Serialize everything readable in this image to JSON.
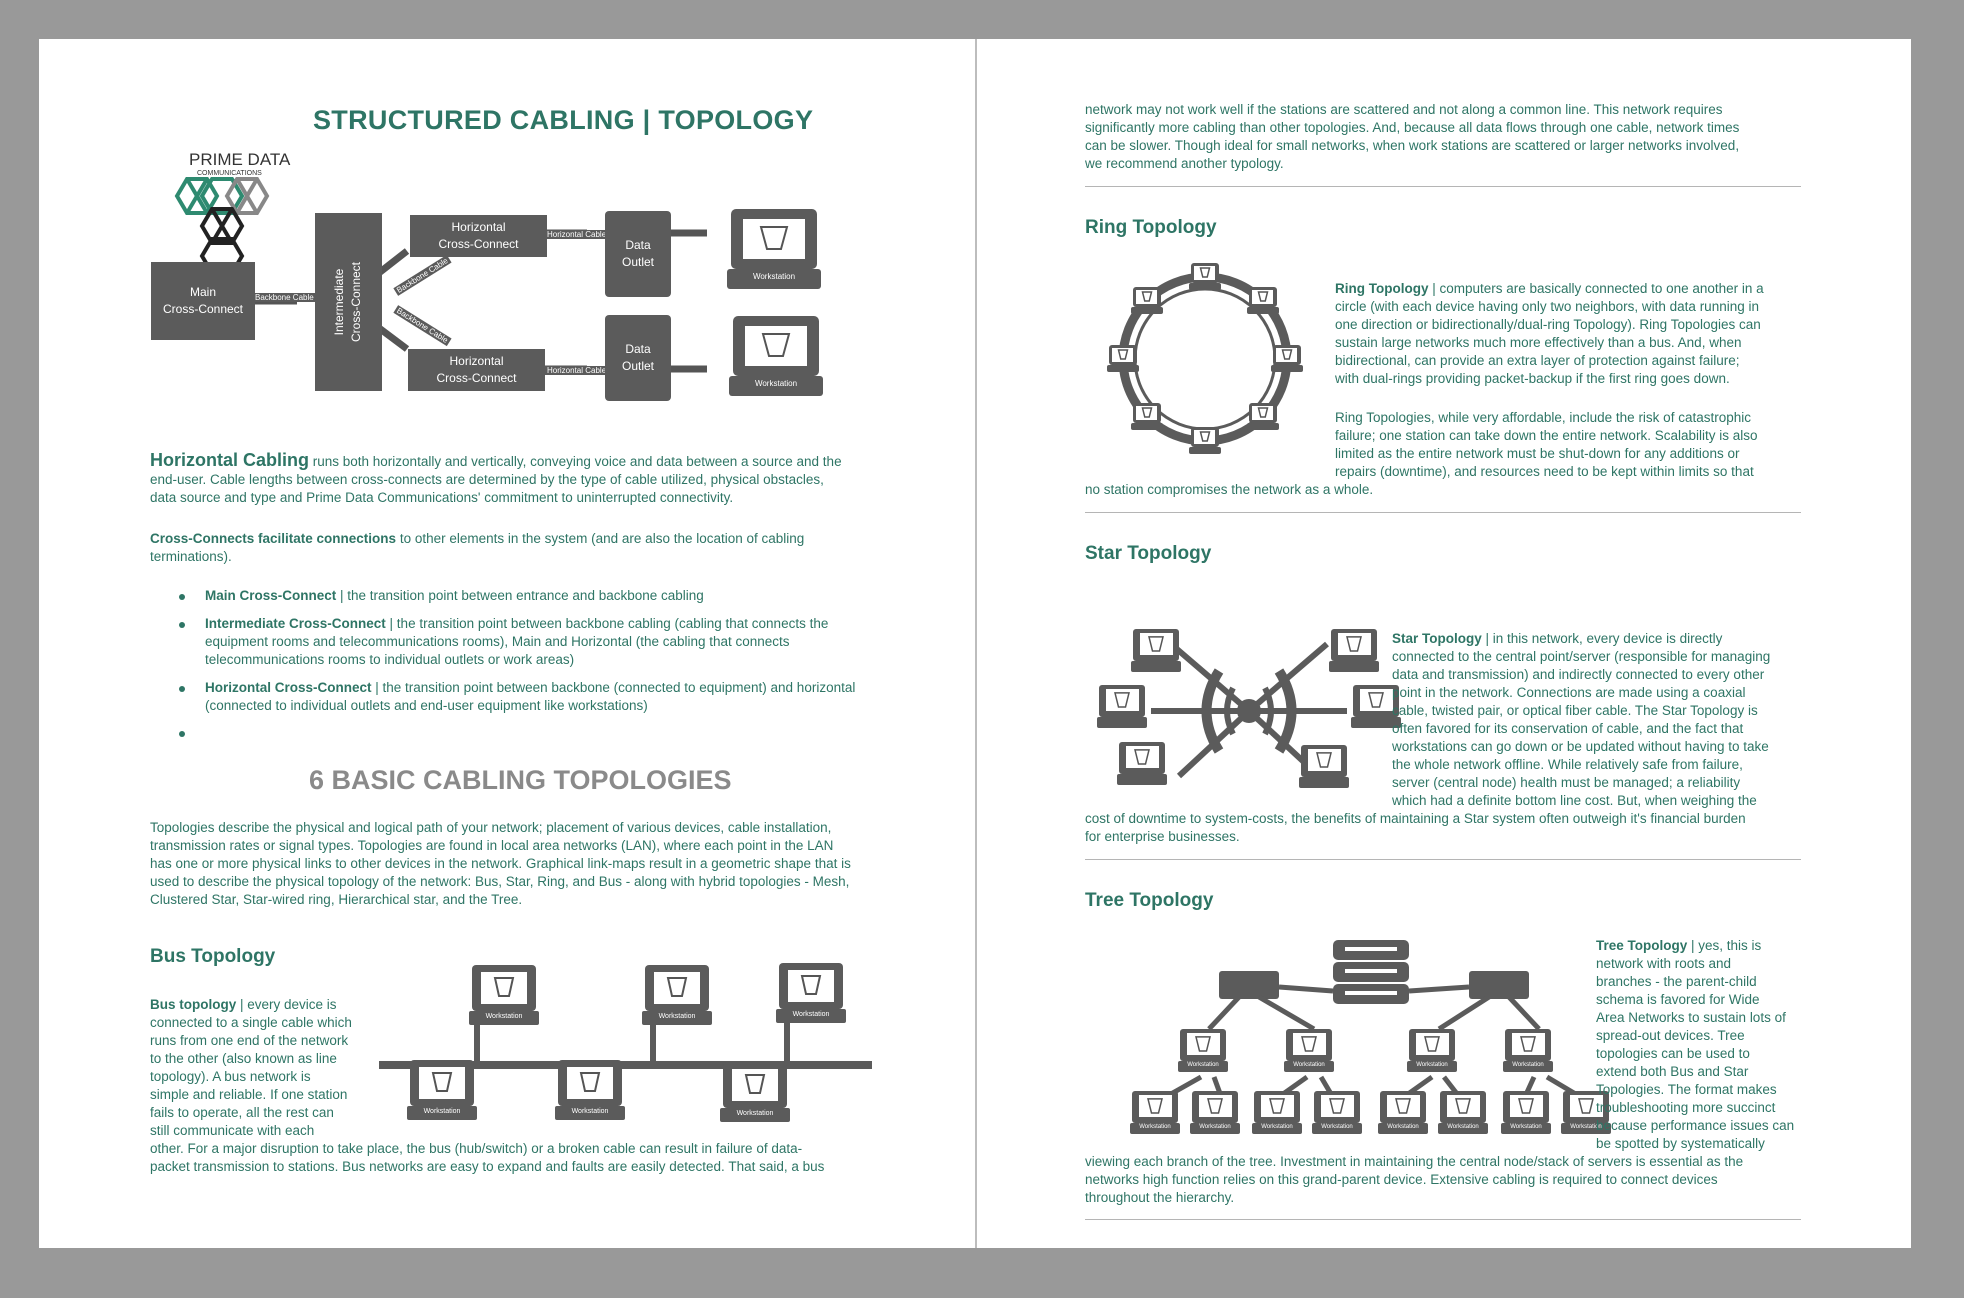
{
  "left": {
    "logo": {
      "name": "PRIME DATA",
      "sub": "COMMUNICATIONS"
    },
    "title": "STRUCTURED CABLING | TOPOLOGY",
    "diagram": {
      "main": [
        "Main",
        "Cross-Connect"
      ],
      "backbone1": "Backbone Cable",
      "intermediate": [
        "Intermediate",
        "Cross-Connect"
      ],
      "backbone2": "Backbone Cable",
      "backbone3": "Backbone Cable",
      "horiz_top": [
        "Horizontal",
        "Cross-Connect"
      ],
      "horiz_bottom": [
        "Horizontal",
        "Cross-Connect"
      ],
      "hcable_top": "Horizontal Cable",
      "hcable_bottom": "Horizontal Cable",
      "outlet_top": [
        "Data",
        "Outlet"
      ],
      "outlet_bottom": [
        "Data",
        "Outlet"
      ],
      "ws_top": "Workstation",
      "ws_bottom": "Workstation"
    },
    "hc_head": "Horizontal Cabling",
    "hc_text1": " runs both horizontally and vertically, conveying voice and data between a source and the",
    "hc_text2": "end-user. Cable lengths between cross-connects are determined by the type of cable utilized, physical obstacles,",
    "hc_text3": "data source and type and Prime Data Communications' commitment to uninterrupted connectivity.",
    "cc_bold": "Cross-Connects facilitate connections",
    "cc_text1": " to other elements in the system (and are also the location of cabling",
    "cc_text2": "terminations).",
    "bullets": [
      {
        "bold": "Main Cross-Connect",
        "l1": " | the transition point between entrance and backbone cabling",
        "l2": "",
        "l3": ""
      },
      {
        "bold": "Intermediate Cross-Connect",
        "l1": " | the transition point between backbone cabling (cabling that connects the",
        "l2": "equipment rooms and telecommunications rooms), Main and Horizontal (the cabling that connects",
        "l3": "telecommunications rooms to individual outlets or work areas)"
      },
      {
        "bold": "Horizontal Cross-Connect",
        "l1": " | the transition point between backbone (connected to equipment) and horizontal",
        "l2": "(connected to individual outlets and end-user equipment like workstations)",
        "l3": ""
      }
    ],
    "title2": "6 BASIC CABLING TOPOLOGIES",
    "topo_lines": [
      "Topologies describe the physical and logical path of your network; placement of various devices, cable installation,",
      "transmission rates or signal types. Topologies are found in local area networks (LAN), where each point in the LAN",
      "has one or more physical links to other devices in the network. Graphical link-maps result in a geometric shape that is",
      "used to describe the physical topology of the network: Bus, Star, Ring, and Bus - along with hybrid topologies - Mesh,",
      "Clustered Star, Star-wired ring, Hierarchical star, and the Tree."
    ],
    "bus_head": "Bus Topology",
    "bus_bold": "Bus topology",
    "bus_lines": [
      " | every device is",
      "connected to a single cable which",
      "runs from one end of the network",
      "to the other (also known as line",
      "topology). A bus network is",
      "simple and reliable. If one station",
      "fails to operate, all the rest can",
      "still communicate with each"
    ],
    "bus_full1": "other. For a major disruption to take place, the bus (hub/switch) or a broken cable can result in failure of data-",
    "bus_full2": "packet transmission to stations. Bus networks are easy to expand and faults are easily detected. That said, a bus",
    "ws_label": "Workstation"
  },
  "right": {
    "intro_lines": [
      "network may not work well if the stations are scattered and not along a common line. This network requires",
      "significantly more cabling than other topologies. And, because all data flows through one cable, network times",
      "can be slower. Though ideal for small networks, when work stations are scattered or larger networks involved,",
      "we recommend another typology."
    ],
    "ring_head": "Ring Topology",
    "ring_bold": "Ring Topology",
    "ring_lines1": [
      " | computers are basically connected to one another in a",
      "circle (with each device having only two neighbors, with data running in",
      "one direction or bidirectionally/dual-ring Topology). Ring Topologies can",
      "sustain large networks much more effectively than a bus. And, when",
      "bidirectional, can provide an extra layer of protection against failure;",
      "with dual-rings providing packet-backup if the first ring goes down."
    ],
    "ring_lines2": [
      "Ring Topologies, while very affordable, include the risk of catastrophic",
      "failure; one station can take down the entire network. Scalability is also",
      "limited as the entire network must be shut-down for any additions or",
      "repairs (downtime), and resources need to be kept within limits so that"
    ],
    "ring_full": "no station compromises the network as a whole.",
    "star_head": "Star Topology",
    "star_bold": "Star Topology",
    "star_lines": [
      " | in this network, every device is directly",
      "connected to the central point/server (responsible for managing",
      "data and transmission) and indirectly connected to every other",
      "point in the network. Connections are made using a coaxial",
      "cable, twisted pair, or optical fiber cable. The Star Topology is",
      "often favored for its conservation of cable, and the fact that",
      "workstations can go down or be updated without having to take",
      "the whole network offline. While relatively safe from failure,",
      "server (central node) health must be managed; a reliability",
      "which had a definite bottom line cost. But, when weighing the"
    ],
    "star_full1": "cost of downtime to system-costs, the benefits of maintaining a Star system often outweigh it's financial burden",
    "star_full2": "for enterprise businesses.",
    "tree_head": "Tree Topology",
    "tree_bold": "Tree Topology",
    "tree_lines": [
      " | yes, this is",
      "network with roots and",
      "branches - the parent-child",
      "schema is favored for Wide",
      "Area Networks to sustain lots of",
      "spread-out devices. Tree",
      "topologies can be used to",
      "extend both Bus and Star",
      "Topologies. The format makes",
      "troubleshooting more succinct",
      "because performance issues can",
      "be spotted by systematically"
    ],
    "tree_full1": "viewing each branch of the tree. Investment in maintaining the central node/stack of servers is essential as the",
    "tree_full2": "networks high function relies on this grand-parent device. Extensive cabling is required to connect devices",
    "tree_full3": "throughout the hierarchy."
  }
}
